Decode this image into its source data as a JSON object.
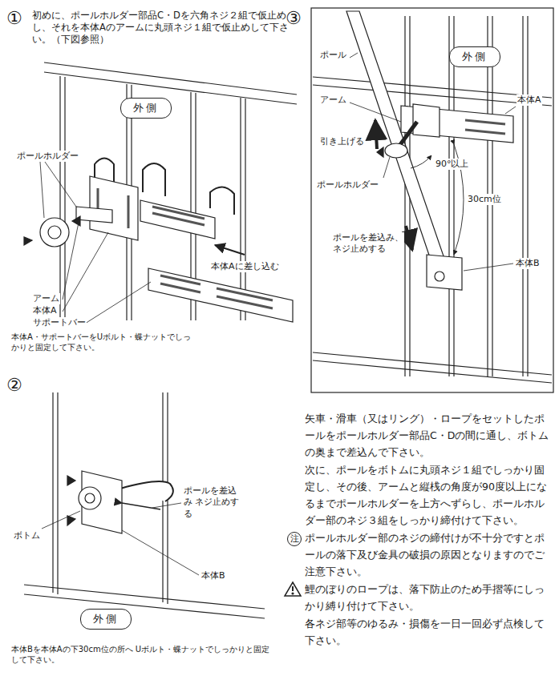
{
  "diagram": {
    "nodes": [
      {
        "text": [
          "外側"
        ]
      },
      {
        "text": [
          "外側"
        ]
      },
      {
        "text": [
          "外側"
        ]
      }
    ],
    "labels": [
      "①",
      "初めに、ポールホルダー部品C・Dを六角ネジ２組で仮止めし、それを本体Aのアームに丸頭ネジ１組で仮止めして下さい。（下図参照）",
      "ポールホルダー",
      "アーム",
      "本体A",
      "サポートバー",
      "本体Aに差し込む",
      "本体A・サポートバーをUボルト・蝶ナットでしっかりと固定して下さい。",
      "③",
      "ポール",
      "アーム",
      "本体A",
      "引き上げる",
      "90°以上",
      "ポールホルダー",
      "30cm位",
      "ポールを差込み、ネジ止めする",
      "本体B",
      "②",
      "ボトム",
      "ポールを差込み ネジ止めする",
      "本体B",
      "本体Bを本体Aの下30cm位の所へ Uボルト・蝶ナットでしっかりと固定して下さい。",
      "矢車・滑車（又はリング）・ロープをセットしたポールをポールホルダー部品C・Dの間に通し、ボトムの奥まで差込んで下さい。",
      "次に、ポールをボトムに丸頭ネジ１組でしっかり固定し、その後、アームと縦桟の角度が90度以上になるまでポールホルダーを上方へずらし、ポールホルダー部のネジ３組をしっかり締付けて下さい。",
      "注",
      "ポールホルダー部のネジの締付けが不十分ですとポールの落下及び金具の破損の原因となりますのでご注意下さい。",
      "鯉のぼりのロープは、落下防止のため手摺等にしっかり縛り付けて下さい。",
      "各ネジ部等のゆるみ・損傷を一日一回必ず点検して下さい。"
    ]
  }
}
